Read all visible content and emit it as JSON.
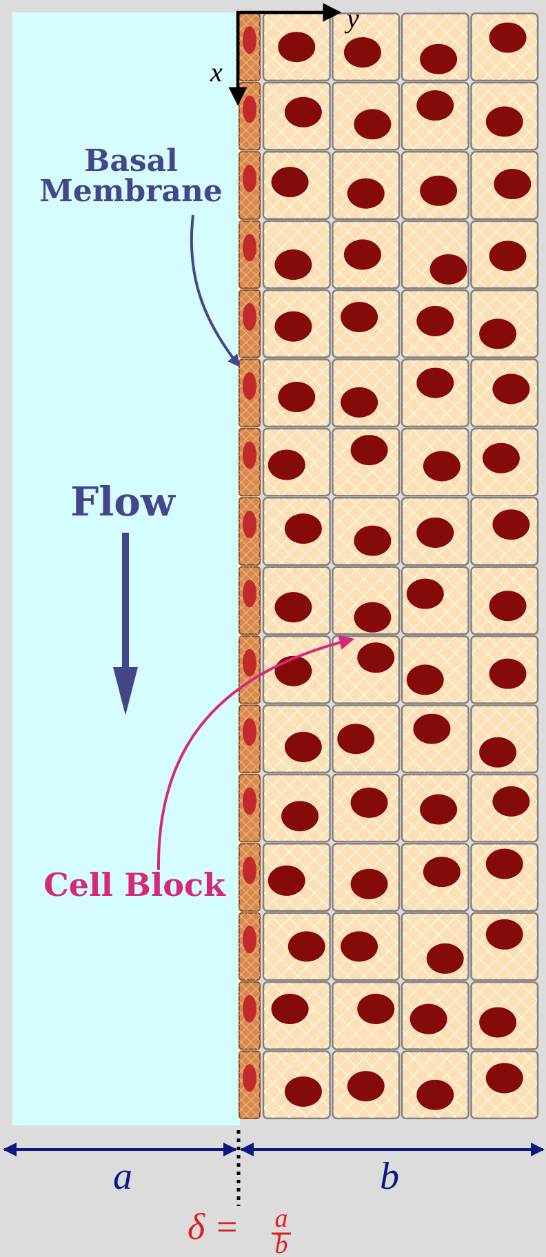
{
  "labels": {
    "basal_line1": "Basal",
    "basal_line2": "Membrane",
    "flow": "Flow",
    "cell_block": "Cell Block",
    "axis_x": "x",
    "axis_y": "y",
    "dim_a": "a",
    "dim_b": "b",
    "delta": "δ =",
    "frac_num": "a",
    "frac_den": "b"
  },
  "grid": {
    "rows": 16,
    "cols": 4
  },
  "nuclei": [
    [
      [
        0.5,
        0.5
      ],
      [
        0.45,
        0.58
      ],
      [
        0.55,
        0.68
      ],
      [
        0.55,
        0.36
      ]
    ],
    [
      [
        0.6,
        0.44
      ],
      [
        0.6,
        0.62
      ],
      [
        0.5,
        0.34
      ],
      [
        0.5,
        0.58
      ]
    ],
    [
      [
        0.4,
        0.45
      ],
      [
        0.5,
        0.62
      ],
      [
        0.55,
        0.58
      ],
      [
        0.62,
        0.48
      ]
    ],
    [
      [
        0.45,
        0.65
      ],
      [
        0.45,
        0.5
      ],
      [
        0.7,
        0.72
      ],
      [
        0.55,
        0.52
      ]
    ],
    [
      [
        0.45,
        0.54
      ],
      [
        0.4,
        0.4
      ],
      [
        0.5,
        0.46
      ],
      [
        0.4,
        0.65
      ]
    ],
    [
      [
        0.5,
        0.56
      ],
      [
        0.4,
        0.64
      ],
      [
        0.5,
        0.35
      ],
      [
        0.6,
        0.44
      ]
    ],
    [
      [
        0.35,
        0.54
      ],
      [
        0.55,
        0.32
      ],
      [
        0.6,
        0.56
      ],
      [
        0.45,
        0.44
      ]
    ],
    [
      [
        0.6,
        0.46
      ],
      [
        0.6,
        0.64
      ],
      [
        0.5,
        0.52
      ],
      [
        0.6,
        0.4
      ]
    ],
    [
      [
        0.45,
        0.6
      ],
      [
        0.6,
        0.75
      ],
      [
        0.35,
        0.4
      ],
      [
        0.55,
        0.58
      ]
    ],
    [
      [
        0.45,
        0.52
      ],
      [
        0.65,
        0.32
      ],
      [
        0.35,
        0.65
      ],
      [
        0.55,
        0.56
      ]
    ],
    [
      [
        0.6,
        0.62
      ],
      [
        0.35,
        0.5
      ],
      [
        0.45,
        0.35
      ],
      [
        0.4,
        0.7
      ]
    ],
    [
      [
        0.55,
        0.62
      ],
      [
        0.55,
        0.42
      ],
      [
        0.55,
        0.52
      ],
      [
        0.6,
        0.4
      ]
    ],
    [
      [
        0.35,
        0.55
      ],
      [
        0.55,
        0.6
      ],
      [
        0.6,
        0.42
      ],
      [
        0.5,
        0.3
      ]
    ],
    [
      [
        0.65,
        0.5
      ],
      [
        0.4,
        0.5
      ],
      [
        0.65,
        0.68
      ],
      [
        0.5,
        0.32
      ]
    ],
    [
      [
        0.4,
        0.4
      ],
      [
        0.65,
        0.4
      ],
      [
        0.4,
        0.55
      ],
      [
        0.4,
        0.6
      ]
    ],
    [
      [
        0.6,
        0.6
      ],
      [
        0.5,
        0.52
      ],
      [
        0.5,
        0.65
      ],
      [
        0.5,
        0.4
      ]
    ]
  ],
  "colors": {
    "background": "#dcdcdc",
    "fluid": "#d6fdfd",
    "cell_fill": "#fddfb4",
    "cell_stroke": "#808080",
    "hatch": "#ffffff",
    "nucleus": "#850a0a",
    "membrane_fill": "#d9894e",
    "membrane_stroke": "#8b4b1e",
    "membrane_nucleus": "#c12a2a",
    "label_blue": "#45468a",
    "label_pink": "#d6287b",
    "dimension": "#0a1a82",
    "delta_red": "#e01e1e",
    "axis": "#000000"
  }
}
